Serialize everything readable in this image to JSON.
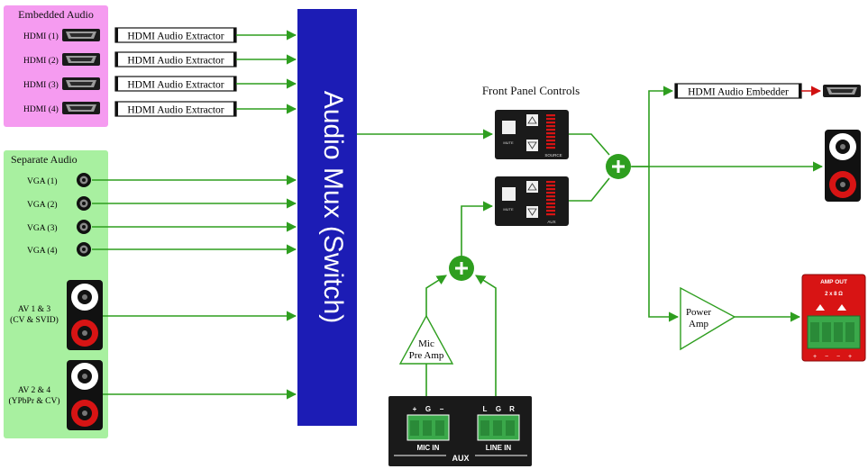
{
  "embedded": {
    "title": "Embedded Audio",
    "sources": [
      {
        "label": "HDMI (1)",
        "extractor": "HDMI Audio Extractor"
      },
      {
        "label": "HDMI (2)",
        "extractor": "HDMI Audio Extractor"
      },
      {
        "label": "HDMI (3)",
        "extractor": "HDMI Audio Extractor"
      },
      {
        "label": "HDMI (4)",
        "extractor": "HDMI Audio Extractor"
      }
    ]
  },
  "separate": {
    "title": "Separate Audio",
    "vga": [
      "VGA (1)",
      "VGA (2)",
      "VGA (3)",
      "VGA (4)"
    ],
    "av": [
      {
        "line1": "AV 1 & 3",
        "line2": "(CV & SVID)"
      },
      {
        "line1": "AV 2 & 4",
        "line2": "(YPbPr & CV)"
      }
    ]
  },
  "mux": {
    "label": "Audio Mux (Switch)"
  },
  "front_panel": {
    "title": "Front Panel Controls",
    "mute": "MUTE",
    "source_label": "SOURCE",
    "aux_label": "AUX"
  },
  "embedder": {
    "label": "HDMI Audio Embedder"
  },
  "mic_preamp": {
    "line1": "Mic",
    "line2": "Pre Amp"
  },
  "power_amp": {
    "line1": "Power",
    "line2": "Amp"
  },
  "amp_out": {
    "title": "AMP OUT",
    "rating": "2 x 8 Ω",
    "pins": [
      "+",
      "−",
      "−",
      "+"
    ]
  },
  "aux_panel": {
    "mic_pins": [
      "+",
      "G",
      "−"
    ],
    "line_pins": [
      "L",
      "G",
      "R"
    ],
    "mic_label": "MIC IN",
    "line_label": "LINE IN",
    "title": "AUX"
  },
  "colors": {
    "signal": "#2e9e1f",
    "mux": "#1c1cb5",
    "embedded_bg": "#f59bf0",
    "separate_bg": "#a8f0a0",
    "hdmi_out_arrow": "#d01010"
  }
}
